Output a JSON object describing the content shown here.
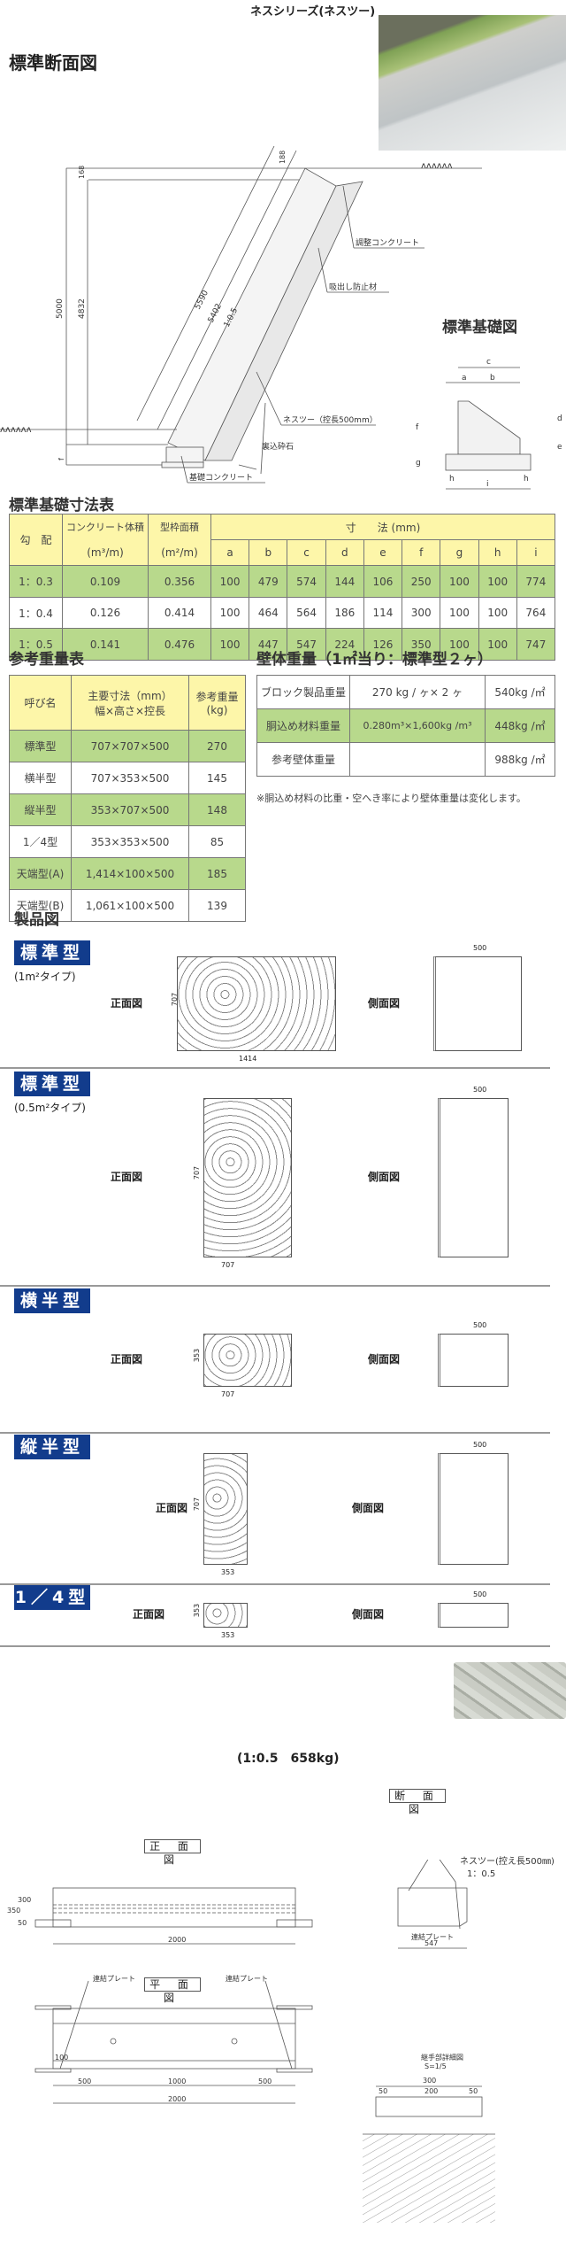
{
  "header": {
    "series_title": "ネスシリーズ(ネスツー)"
  },
  "section_drawing": {
    "title": "標準断面図",
    "labels": [
      "調整コンクリート",
      "吸出し防止材",
      "ネスツー（控長500mm）",
      "裏込砕石",
      "基礎コンクリート"
    ],
    "dims": [
      "188",
      "5590",
      "5402",
      "1:0.5",
      "5000",
      "4832",
      "168",
      "f"
    ]
  },
  "foundation_drawing": {
    "title": "標準基礎図",
    "dims": [
      "c",
      "a",
      "b",
      "d",
      "e",
      "f",
      "g",
      "h",
      "h",
      "i"
    ]
  },
  "foundation_table": {
    "title": "標準基礎寸法表",
    "headers": {
      "slope": "勾　配",
      "concrete": "コンクリート体積",
      "concrete_unit": "(m³/m)",
      "form": "型枠面積",
      "form_unit": "(m²/m)",
      "dims": "寸　　法 (mm)",
      "cols": [
        "a",
        "b",
        "c",
        "d",
        "e",
        "f",
        "g",
        "h",
        "i"
      ]
    },
    "rows": [
      {
        "slope": "1：0.3",
        "concrete": "0.109",
        "form": "0.356",
        "v": [
          "100",
          "479",
          "574",
          "144",
          "106",
          "250",
          "100",
          "100",
          "774"
        ]
      },
      {
        "slope": "1：0.4",
        "concrete": "0.126",
        "form": "0.414",
        "v": [
          "100",
          "464",
          "564",
          "186",
          "114",
          "300",
          "100",
          "100",
          "764"
        ]
      },
      {
        "slope": "1：0.5",
        "concrete": "0.141",
        "form": "0.476",
        "v": [
          "100",
          "447",
          "547",
          "224",
          "126",
          "350",
          "100",
          "100",
          "747"
        ]
      }
    ]
  },
  "weight_table": {
    "title": "参考重量表",
    "headers": {
      "name": "呼び名",
      "dims": "主要寸法（mm）",
      "dims2": "幅×高さ×控長",
      "weight": "参考重量",
      "weight_unit": "(kg)"
    },
    "rows": [
      {
        "name": "標準型",
        "dims": "707×707×500",
        "weight": "270"
      },
      {
        "name": "横半型",
        "dims": "707×353×500",
        "weight": "145"
      },
      {
        "name": "縦半型",
        "dims": "353×707×500",
        "weight": "148"
      },
      {
        "name": "1／4型",
        "dims": "353×353×500",
        "weight": "85"
      },
      {
        "name": "天端型(A)",
        "dims": "1,414×100×500",
        "weight": "185"
      },
      {
        "name": "天端型(B)",
        "dims": "1,061×100×500",
        "weight": "139"
      }
    ]
  },
  "wall_weight": {
    "title": "壁体重量（1㎡当り：標準型２ヶ）",
    "rows": [
      {
        "label": "ブロック製品重量",
        "calc": "270 kg / ヶ× 2 ヶ",
        "value": "540kg /㎡"
      },
      {
        "label": "胴込め材料重量",
        "calc": "0.280m³×1,600kg /m³",
        "value": "448kg /㎡"
      },
      {
        "label": "参考壁体重量",
        "calc": "",
        "value": "988kg /㎡"
      }
    ],
    "note": "※胴込め材料の比重・空へき率により壁体重量は変化します。"
  },
  "products": {
    "title": "製品図",
    "front": "正面図",
    "side": "側面図",
    "items": [
      {
        "name": "標準型",
        "sub": "(1m²タイプ)",
        "w": "1414",
        "h": "707"
      },
      {
        "name": "標準型",
        "sub": "(0.5m²タイプ)",
        "w": "707",
        "h": "707"
      },
      {
        "name": "横半型",
        "sub": "",
        "w": "707",
        "h": "353"
      },
      {
        "name": "縦半型",
        "sub": "",
        "w": "353",
        "h": "707"
      },
      {
        "name": "1／4型",
        "sub": "",
        "w": "353",
        "h": "353"
      }
    ],
    "side_depth": "500"
  },
  "crown": {
    "caption": "(1:0.5　658kg)",
    "section_label": "断 面 図",
    "front_label": "正 面 図",
    "plan_label": "平 面 図",
    "plate_label": "連結プレート",
    "ness_label": "ネスツー(控え長500㎜)",
    "slope": "1：0.5",
    "dims": {
      "len": "2000",
      "h350": "350",
      "h300": "300",
      "h50": "50",
      "w100": "100",
      "d547": "547",
      "p500": "500",
      "p1000": "1000"
    },
    "detail_title": "継手部詳細図",
    "detail_scale": "S=1/5",
    "detail_dims": [
      "300",
      "200",
      "50",
      "50"
    ]
  }
}
